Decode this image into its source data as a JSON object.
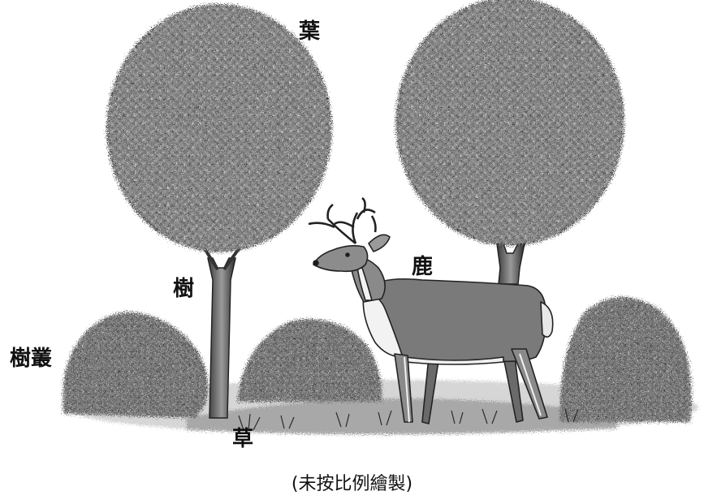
{
  "labels": {
    "leaf": "葉",
    "deer": "鹿",
    "tree": "樹",
    "shrub": "樹叢",
    "grass": "草"
  },
  "caption": "(未按比例繪製)",
  "colors": {
    "foliage": "#6b6b6b",
    "foliage_dark": "#3a3a3a",
    "deer_body": "#7a7a7a",
    "deer_outline": "#222222",
    "ground": "#bdbdbd",
    "text": "#111111"
  }
}
